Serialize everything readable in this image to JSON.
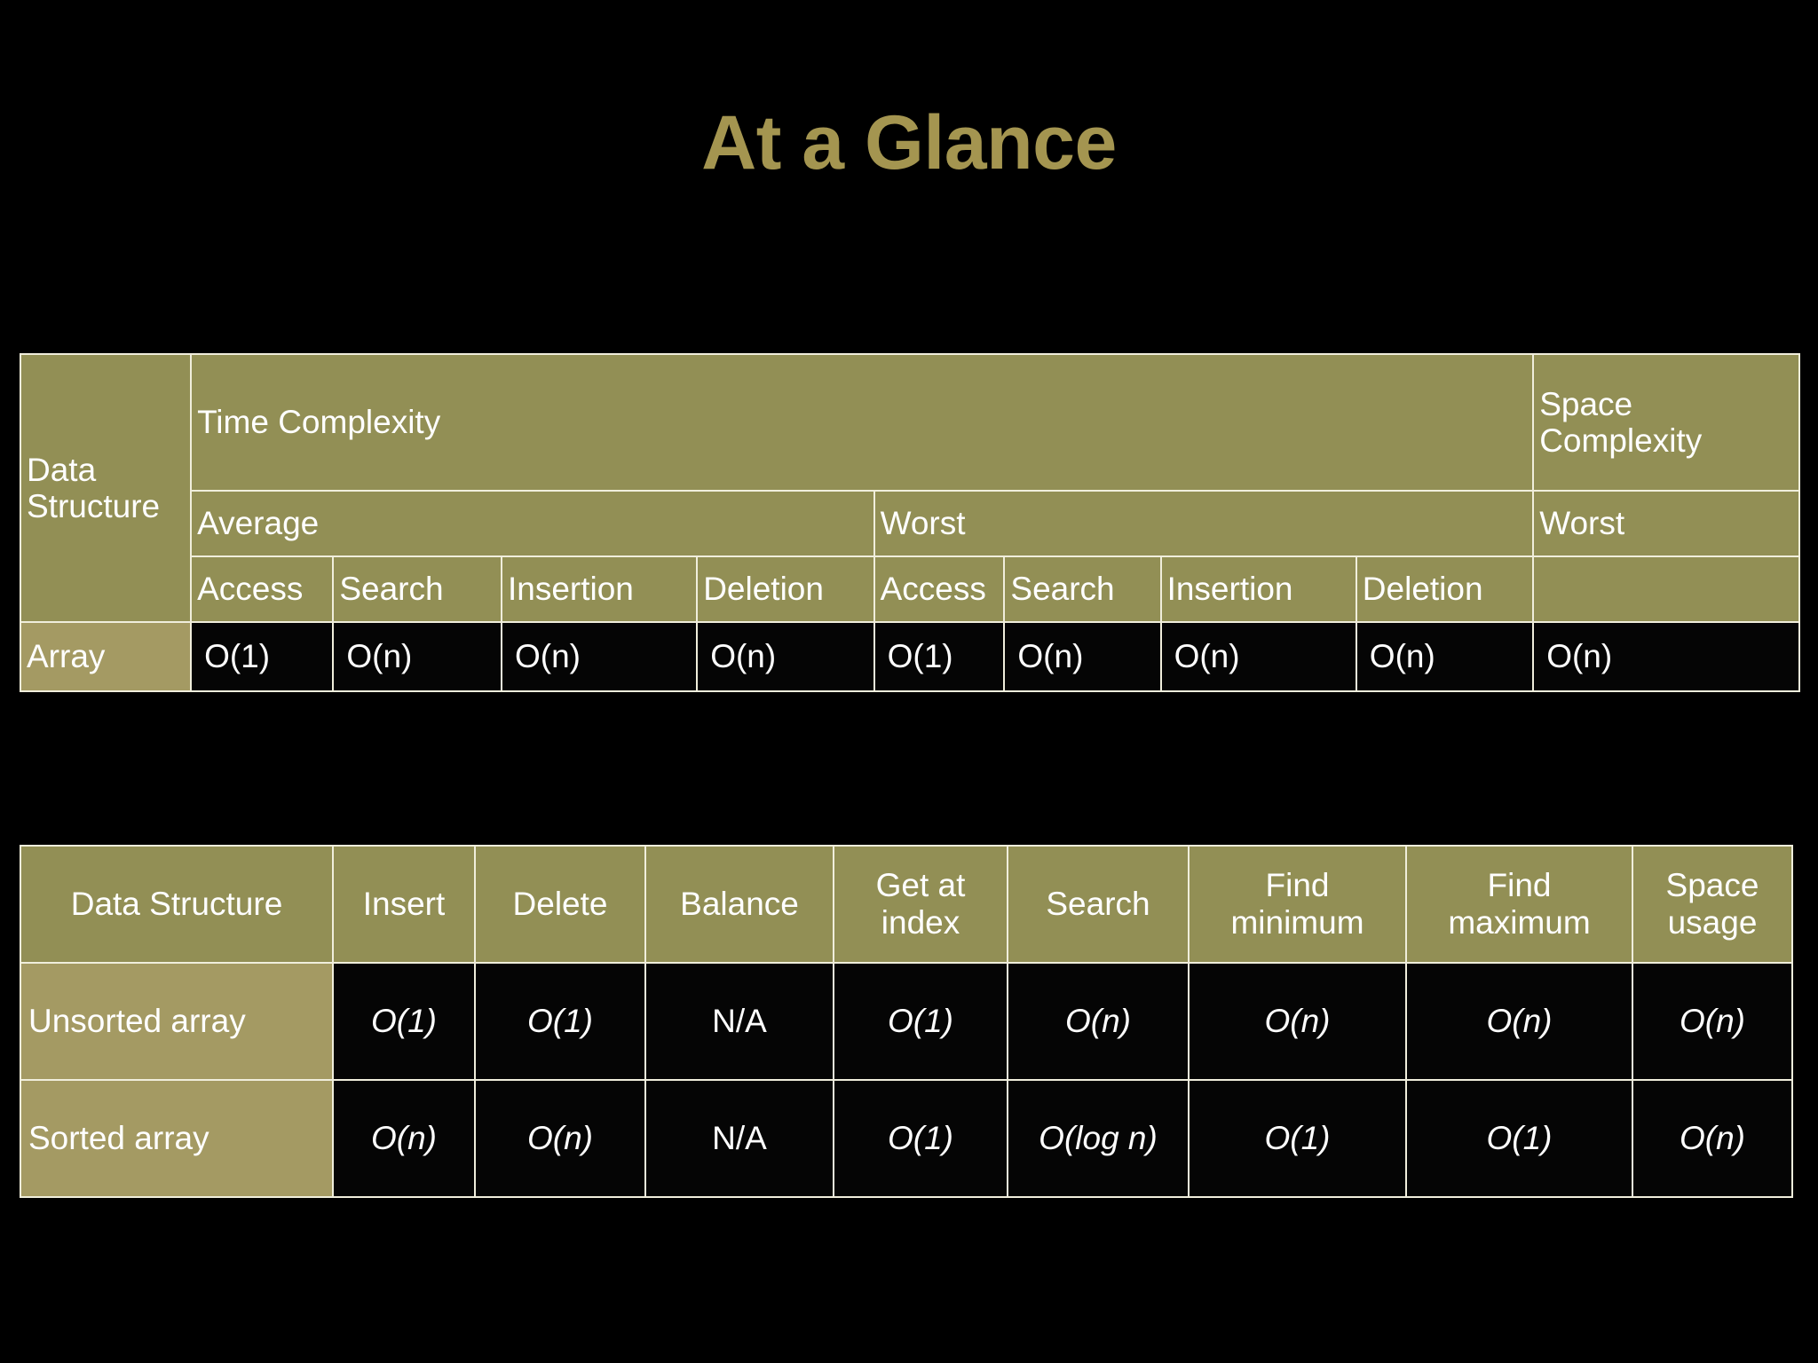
{
  "slide": {
    "title": "At a Glance",
    "title_color": "#A49550",
    "background_color": "#000000",
    "header_fill": "#928F55",
    "row_label_fill": "#A49A63",
    "cell_fill": "#050505",
    "border_color": "#F0EEDC"
  },
  "table_one": {
    "group_headers": {
      "data_structure": "Data\nStructure",
      "time_complexity": "Time Complexity",
      "space_complexity": "Space\nComplexity"
    },
    "case_headers": {
      "average": "Average",
      "worst": "Worst",
      "space_worst": "Worst"
    },
    "op_headers": {
      "avg_access": "Access",
      "avg_search": "Search",
      "avg_insertion": "Insertion",
      "avg_deletion": "Deletion",
      "worst_access": "Access",
      "worst_search": "Search",
      "worst_insertion": "Insertion",
      "worst_deletion": "Deletion",
      "space_blank": ""
    },
    "rows": [
      {
        "name": "Array",
        "avg_access": "O(1)",
        "avg_search": "O(n)",
        "avg_insertion": "O(n)",
        "avg_deletion": "O(n)",
        "worst_access": "O(1)",
        "worst_search": "O(n)",
        "worst_insertion": "O(n)",
        "worst_deletion": "O(n)",
        "space_worst": "O(n)"
      }
    ]
  },
  "table_two": {
    "headers": {
      "data_structure": "Data Structure",
      "insert": "Insert",
      "delete": "Delete",
      "balance": "Balance",
      "get_at_index": "Get at\nindex",
      "search": "Search",
      "find_minimum": "Find\nminimum",
      "find_maximum": "Find\nmaximum",
      "space_usage": "Space\nusage"
    },
    "rows": [
      {
        "name": "Unsorted array",
        "insert": "O(1)",
        "delete": "O(1)",
        "balance": "N/A",
        "get_at_index": "O(1)",
        "search": "O(n)",
        "find_minimum": "O(n)",
        "find_maximum": "O(n)",
        "space_usage": "O(n)"
      },
      {
        "name": "Sorted array",
        "insert": "O(n)",
        "delete": "O(n)",
        "balance": "N/A",
        "get_at_index": "O(1)",
        "search": "O(log n)",
        "find_minimum": "O(1)",
        "find_maximum": "O(1)",
        "space_usage": "O(n)"
      }
    ]
  }
}
